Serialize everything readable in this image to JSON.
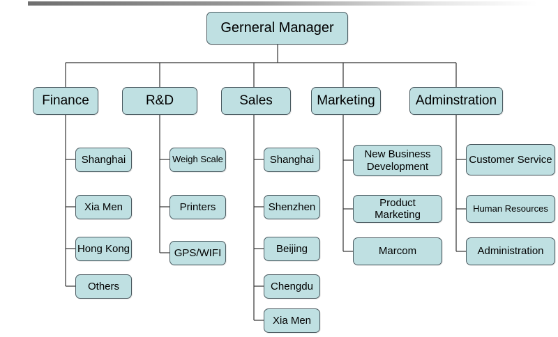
{
  "diagram": {
    "title": "Gerneral Manager",
    "departments": [
      {
        "label": "Finance",
        "children": [
          "Shanghai",
          "Xia Men",
          "Hong Kong",
          "Others"
        ]
      },
      {
        "label": "R&D",
        "children": [
          "Weigh Scale",
          "Printers",
          "GPS/WIFI"
        ]
      },
      {
        "label": "Sales",
        "children": [
          "Shanghai",
          "Shenzhen",
          "Beijing",
          "Chengdu",
          "Xia Men"
        ]
      },
      {
        "label": "Marketing",
        "children": [
          "New Business Development",
          "Product Marketing",
          "Marcom"
        ]
      },
      {
        "label": "Adminstration",
        "children": [
          "Customer Service",
          "Human Resources",
          "Administration"
        ]
      }
    ]
  }
}
